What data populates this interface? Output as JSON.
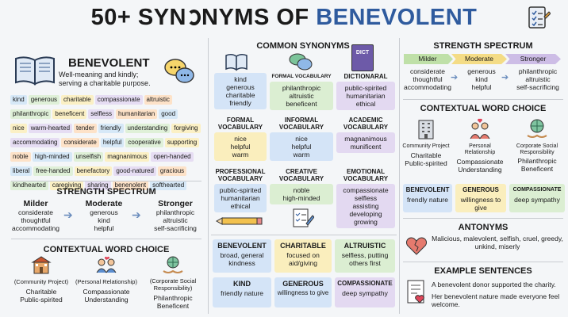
{
  "title": {
    "part1": "50+ SYN",
    "part2": "NYMS OF ",
    "highlight": "BENEVOLENT"
  },
  "left": {
    "word": "BENEVOLENT",
    "definition": "Well-meaning and kindly; serving a charitable purpose.",
    "tags": [
      [
        "kind",
        "generous",
        "charitable",
        "compassionate",
        "altruistic"
      ],
      [
        "philanthropic",
        "beneficent",
        "selfless",
        "humanitarian",
        "good"
      ],
      [
        "nice",
        "warm-hearted",
        "tender",
        "friendly",
        "understanding",
        "forgiving"
      ],
      [
        "accommodating",
        "considerate",
        "helpful",
        "cooperative",
        "supporting"
      ],
      [
        "noble",
        "high-minded",
        "unselfish",
        "magnanimous",
        "open-handed"
      ],
      [
        "liberal",
        "free-handed",
        "benefactory",
        "good-natured",
        "gracious"
      ],
      [
        "kindhearted",
        "caregiving",
        "sharing",
        "benenolent",
        "softhearted"
      ]
    ],
    "strength": {
      "title": "STRENGTH SPECTRUM",
      "milder": {
        "label": "Milder",
        "words": [
          "considerate",
          "thoughtful",
          "accommodating"
        ]
      },
      "moderate": {
        "label": "Moderate",
        "words": [
          "generous",
          "kind",
          "helpful"
        ]
      },
      "stronger": {
        "label": "Stronger",
        "words": [
          "philanthropic",
          "altruistic",
          "self-sacrificing"
        ]
      }
    },
    "context": {
      "title": "CONTEXTUAL WORD CHOICE",
      "items": [
        {
          "label": "(Community Project)",
          "words": [
            "Charitable",
            "Public-spirited"
          ]
        },
        {
          "label": "(Personal Relationship)",
          "words": [
            "Compassionate",
            "Understanding"
          ]
        },
        {
          "label": "(Corporate Social Responsibility)",
          "words": [
            "Philanthropic",
            "Beneficent"
          ]
        }
      ]
    }
  },
  "middle": {
    "title": "COMMON SYNONYMS",
    "dict_label": "DICT",
    "cards": [
      {
        "head": "",
        "words": [
          "kind",
          "generous",
          "charitable",
          "friendly"
        ]
      },
      {
        "head": "FORMAL VOCABULARY",
        "words": [
          "philanthropic",
          "altruistic",
          "beneficent"
        ]
      },
      {
        "head": "DICTIONARAL",
        "words": [
          "public-spirited",
          "humanitarian",
          "ethical"
        ]
      },
      {
        "head": "FORMAL VOCABULARY",
        "words": [
          "nice",
          "helpful",
          "warm"
        ]
      },
      {
        "head": "INFORMAL VOCABULARY",
        "words": [
          "nice",
          "helpful",
          "warm"
        ]
      },
      {
        "head": "ACADEMIC VOCABULARY",
        "words": [
          "magnanimous",
          "munificent"
        ]
      },
      {
        "head": "PROFESSIONAL VOCABULARY",
        "words": [
          "public-spirited",
          "humanitarian",
          "ethical"
        ]
      },
      {
        "head": "CREATIVE VOCABULARY",
        "words": [
          "noble",
          "high-minded"
        ]
      },
      {
        "head": "EMOTIONAL VOCABULARY",
        "words": [
          "compassionate",
          "selfless",
          "assisting",
          "developing",
          "growing"
        ]
      }
    ],
    "boxes": [
      {
        "head": "BENEVOLENT",
        "text": "broad, general kindness"
      },
      {
        "head": "CHARITABLE",
        "text": "focused on aid/giving"
      },
      {
        "head": "ALTRUISTIC",
        "text": "selfless, putting others first"
      },
      {
        "head": "KIND",
        "text": "friendly nature"
      },
      {
        "head": "GENEROUS",
        "text": "willingness to give"
      },
      {
        "head": "COMPASSIONATE",
        "text": "deep sympathy"
      }
    ]
  },
  "right": {
    "strength": {
      "title": "STRENGTH SPECTRUM",
      "milder": {
        "label": "Milder",
        "words": [
          "considerate",
          "thoughtful",
          "accommodating"
        ]
      },
      "moderate": {
        "label": "Moderate",
        "words": [
          "generous",
          "kind",
          "helpful"
        ]
      },
      "stronger": {
        "label": "Stronger",
        "words": [
          "philanthropic",
          "altruistic",
          "self-sacrificing"
        ]
      }
    },
    "context": {
      "title": "CONTEXTUAL WORD CHOICE",
      "items": [
        {
          "label": "Community Project",
          "words": [
            "Charitable",
            "Public-spirited"
          ]
        },
        {
          "label": "Personal Relationship",
          "words": [
            "Compassionate",
            "Understanding"
          ]
        },
        {
          "label": "Corporate Social Responsibility",
          "words": [
            "Philanthropic",
            "Beneficent"
          ]
        }
      ]
    },
    "boxes": [
      {
        "head": "BENEVOLENT",
        "text": "frendly nature"
      },
      {
        "head": "GENEROUS",
        "text": "willingness to give"
      },
      {
        "head": "COMPASSIONATE",
        "text": "deep sympathy"
      }
    ],
    "antonyms": {
      "title": "ANTONYMS",
      "text": "Malicious, malevolent, selfish, cruel, greedy, unkind, miserly"
    },
    "examples": {
      "title": "EXAMPLE SENTENCES",
      "s1": "A benevolent donor supported the charity.",
      "s2": "Her benevolent nature made everyone feel welcome."
    }
  },
  "colors": {
    "accent": "#2f5b9e",
    "blue": "#d4e4f7",
    "green": "#dbeed2",
    "yellow": "#faeebd",
    "purple": "#e3d9f1"
  }
}
